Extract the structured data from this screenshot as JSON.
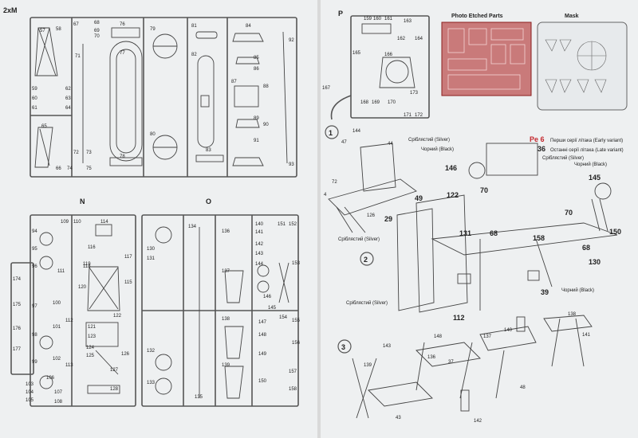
{
  "left_sheet": {
    "sprue_label": "2xM",
    "frames": [
      {
        "letter": "",
        "parts": [
          "57",
          "58",
          "67",
          "68",
          "69",
          "70",
          "76",
          "77",
          "79",
          "81",
          "84",
          "85",
          "86",
          "87",
          "88",
          "89",
          "90",
          "91",
          "92",
          "93",
          "59",
          "60",
          "61",
          "62",
          "63",
          "64",
          "65",
          "66",
          "71",
          "72",
          "73",
          "74",
          "75",
          "78",
          "80",
          "82",
          "83"
        ]
      },
      {
        "letter": "N",
        "parts": [
          "109",
          "110",
          "114",
          "116",
          "117",
          "118",
          "119",
          "120",
          "111",
          "112",
          "113",
          "115",
          "121",
          "122",
          "123",
          "124",
          "125",
          "126",
          "127",
          "128",
          "94",
          "95",
          "96",
          "97",
          "98",
          "99",
          "100",
          "101",
          "102",
          "103",
          "104",
          "105",
          "106",
          "107",
          "108",
          "174",
          "175",
          "176",
          "177"
        ]
      },
      {
        "letter": "O",
        "parts": [
          "130",
          "131",
          "132",
          "133",
          "134",
          "135",
          "136",
          "137",
          "138",
          "139",
          "140",
          "141",
          "142",
          "143",
          "144",
          "145",
          "146",
          "147",
          "148",
          "149",
          "150",
          "151",
          "152",
          "153",
          "154",
          "155",
          "156",
          "157",
          "158"
        ]
      }
    ]
  },
  "right_sheet": {
    "sprue_letter": "P",
    "sprue_parts": [
      "159",
      "160",
      "161",
      "163",
      "162",
      "164",
      "165",
      "166",
      "167",
      "168",
      "169",
      "170",
      "171",
      "172",
      "173"
    ],
    "pe_title": "Photo Etched Parts",
    "mask_title": "Mask",
    "step1": {
      "number": "1",
      "pe_code": "Pe 6",
      "early_variant": "Перши серії літака (Early variant)",
      "late_variant": "Останні серії літака (Late variant)",
      "late_part": "36",
      "silver_label": "Сріблястий (Silver)",
      "black_label": "Чорний (Black)",
      "parts": [
        "144",
        "47",
        "44",
        "72",
        "4",
        "126",
        "49",
        "29",
        "131",
        "122",
        "146",
        "70",
        "68",
        "158",
        "145",
        "150",
        "130",
        "39",
        "112"
      ]
    },
    "step2": {
      "number": "2"
    },
    "step3": {
      "number": "3",
      "parts": [
        "138",
        "139",
        "143",
        "136",
        "37",
        "148",
        "137",
        "140",
        "141",
        "48",
        "43",
        "142"
      ]
    }
  }
}
